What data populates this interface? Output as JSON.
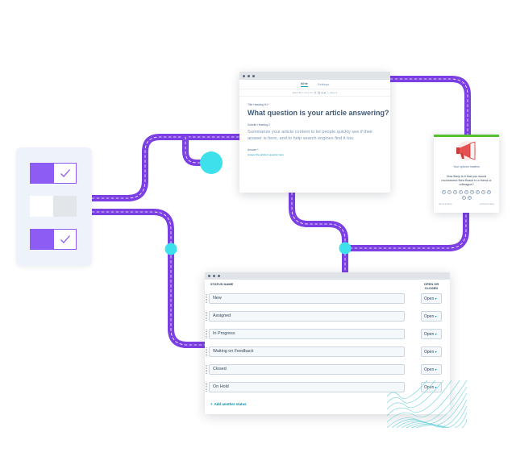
{
  "colors": {
    "path": "#7b3fe4",
    "node": "#3ee0ec",
    "accent": "#8c5cf5",
    "link": "#0091ae",
    "hatch": "#7fd6e0"
  },
  "check_card": {
    "toggles": [
      {
        "state": "on",
        "icon": "checkmark-icon"
      },
      {
        "state": "off",
        "icon": ""
      },
      {
        "state": "on",
        "icon": "checkmark-icon"
      }
    ]
  },
  "editor": {
    "tabs": [
      "Write",
      "Settings"
    ],
    "toolbar": "Edit  ▾   B  I  U  S  ≡  ≡  ≡  ⛓  🖼  ▤  ▶  ☺  More ▾",
    "title_label": "Title Heading H1 *",
    "question": "What question is your article answering?",
    "subtitle_label": "Subtitle Heading 2",
    "summary": "Summarize your article content to let people quickly see if their answer is here, and to help search engines find it too.",
    "answer_label": "Answer *",
    "answer_hint": "Answer the article's question here"
  },
  "survey": {
    "title": "Your opinion matters",
    "question": "How likely is it that you would recommend New Brand to a friend or colleague?",
    "scale": [
      "0",
      "1",
      "2",
      "3",
      "4",
      "5",
      "6",
      "7",
      "8",
      "9",
      "10"
    ],
    "low_label": "Not at all likely",
    "high_label": "Extremely likely"
  },
  "status_window": {
    "col_status": "STATUS NAME",
    "col_open": "OPEN OR CLOSED",
    "rows": [
      {
        "name": "New",
        "state": "Open"
      },
      {
        "name": "Assigned",
        "state": "Open"
      },
      {
        "name": "In Progress",
        "state": "Open"
      },
      {
        "name": "Waiting on Feedback",
        "state": "Open"
      },
      {
        "name": "Closed",
        "state": "Open"
      },
      {
        "name": "On Hold",
        "state": "Open"
      }
    ],
    "caret": "▾",
    "add_label": "Add another status",
    "add_icon": "+"
  }
}
